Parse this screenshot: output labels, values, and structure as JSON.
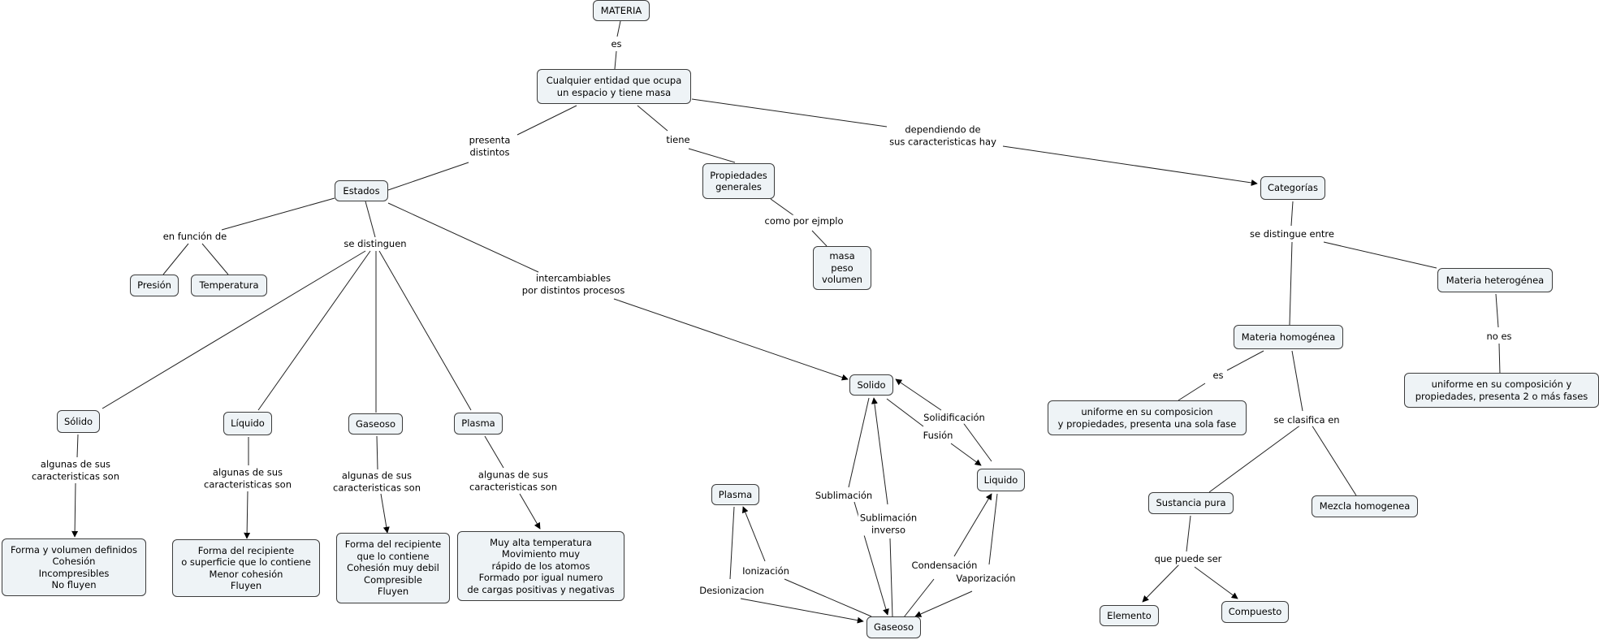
{
  "nodes": {
    "materia": "MATERIA",
    "entidad": "Cualquier entidad que ocupa\nun espacio y tiene masa",
    "estados": "Estados",
    "propiedades": "Propiedades\ngenerales",
    "masa": "masa\npeso\nvolumen",
    "categorias": "Categorías",
    "presion": "Presión",
    "temperatura": "Temperatura",
    "solido": "Sólido",
    "liquido": "Líquido",
    "gaseoso": "Gaseoso",
    "plasma": "Plasma",
    "solido_desc": "Forma y volumen definidos\nCohesión\nIncompresibles\nNo fluyen",
    "liquido_desc": "Forma del recipiente\no superficie que lo contiene\nMenor cohesión\nFluyen",
    "gaseoso_desc": "Forma del recipiente\nque lo contiene\nCohesión muy debil\nCompresible\nFluyen",
    "plasma_desc": "Muy alta temperatura\nMovimiento muy\nrápido de los atomos\nFormado por igual numero\nde cargas positivas y negativas",
    "c_solido": "Solido",
    "c_liquido": "Liquido",
    "c_gaseoso": "Gaseoso",
    "c_plasma": "Plasma",
    "heterogenea": "Materia heterogénea",
    "homogenea": "Materia homogénea",
    "hetero_desc": "uniforme en su composición y\npropiedades, presenta 2 o más fases",
    "homo_desc": "uniforme en su composicion\ny propiedades, presenta una sola fase",
    "sustancia": "Sustancia pura",
    "mezcla": "Mezcla homogenea",
    "elemento": "Elemento",
    "compuesto": "Compuesto"
  },
  "links": {
    "es1": "es",
    "presenta": "presenta\ndistintos",
    "tiene": "tiene",
    "dependiendo": "dependiendo de\nsus caracteristicas hay",
    "como": "como por ejmplo",
    "en_funcion": "en función de",
    "se_distinguen": "se distinguen",
    "intercambiables": "intercambiables\npor distintos procesos",
    "alg1": "algunas de sus\ncaracteristicas son",
    "alg2": "algunas de sus\ncaracteristicas son",
    "alg3": "algunas de sus\ncaracteristicas son",
    "alg4": "algunas de sus\ncaracteristicas son",
    "solidificacion": "Solidificación",
    "fusion": "Fusión",
    "sublimacion": "Sublimación",
    "sublimacion_inv": "Sublimación\ninverso",
    "condensacion": "Condensación",
    "vaporizacion": "Vaporización",
    "ionizacion": "Ionización",
    "desionizacion": "Desionizacion",
    "se_distingue": "se distingue entre",
    "no_es": "no es",
    "es2": "es",
    "se_clasifica": "se clasifica en",
    "que_puede": "que puede ser"
  }
}
